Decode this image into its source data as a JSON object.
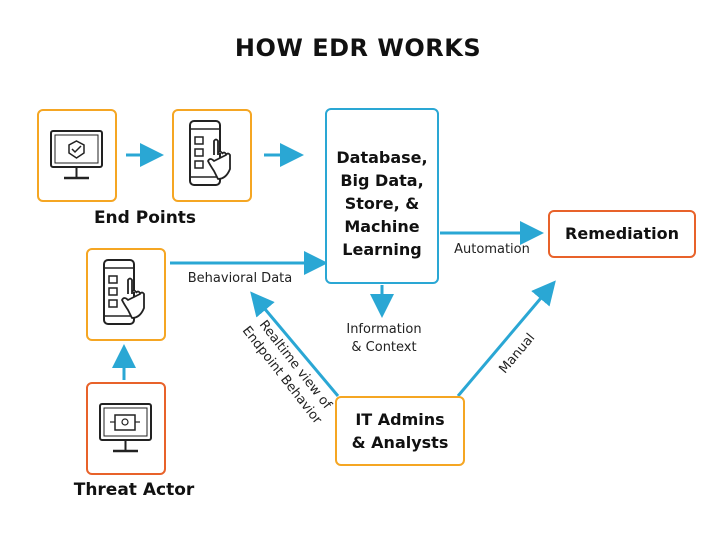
{
  "title": "HOW EDR WORKS",
  "nodes": {
    "end_points": "End Points",
    "database": [
      "Database,",
      "Big Data,",
      "Store, &",
      "Machine",
      "Learning"
    ],
    "remediation": "Remediation",
    "it_admins": [
      "IT Admins",
      "& Analysts"
    ],
    "threat_actor": "Threat Actor"
  },
  "edges": {
    "behavioral_data": "Behavioral Data",
    "automation": "Automation",
    "information_context": [
      "Information",
      "& Context"
    ],
    "realtime_view": [
      "Realtime view of",
      "Endpoint Behavior"
    ],
    "manual": "Manual"
  },
  "colors": {
    "arrow": "#2aa7d4",
    "endpoint_border": "#f5a623",
    "action_border": "#e8622a",
    "database_border": "#2aa7d4"
  },
  "icons": {
    "monitor": "monitor-shield-icon",
    "tablet": "tablet-touch-icon",
    "threat": "monitor-bug-icon"
  }
}
